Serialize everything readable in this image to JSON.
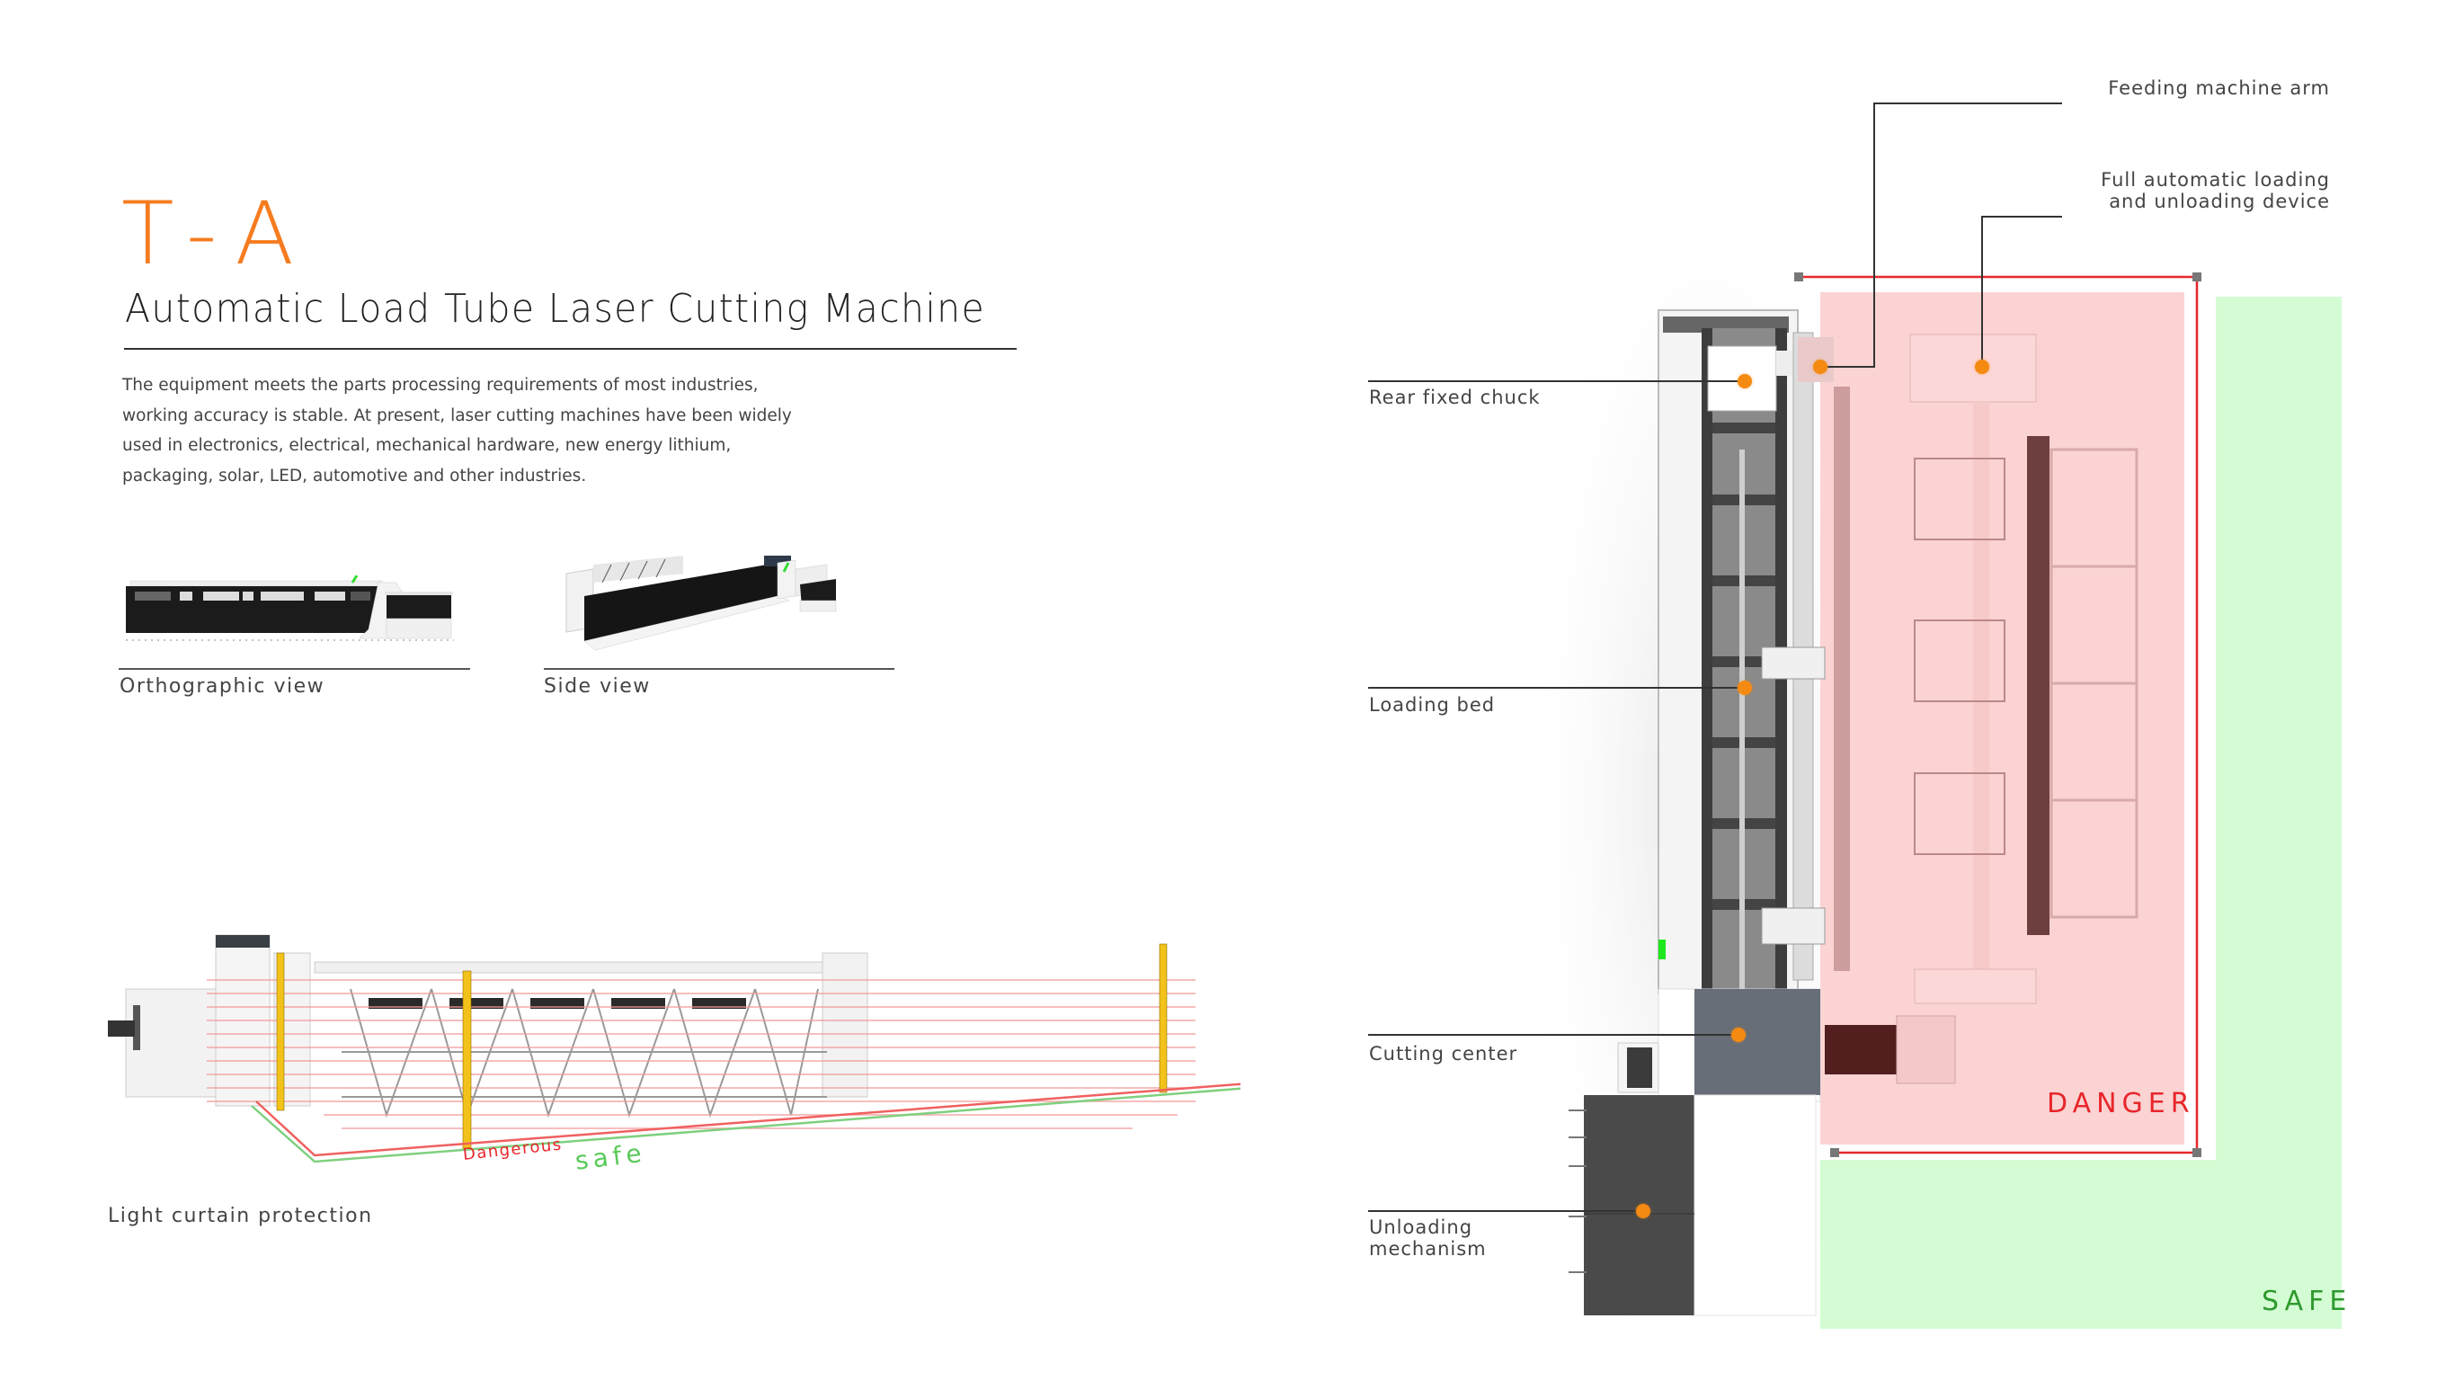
{
  "header": {
    "model_code": "T-A",
    "product_name": "Automatic Load Tube Laser Cutting Machine",
    "description_lines": [
      "The equipment meets the parts processing requirements of most industries,",
      "working accuracy is stable. At present, laser cutting machines have been widely",
      "used in electronics, electrical, mechanical hardware, new energy lithium,",
      "packaging, solar, LED, automotive and other industries."
    ]
  },
  "views": [
    {
      "label": "Orthographic view"
    },
    {
      "label": "Side view"
    }
  ],
  "light_curtain": {
    "caption": "Light curtain protection",
    "danger_label": "Dangerous",
    "safe_label": "safe"
  },
  "layout_diagram": {
    "callouts": [
      {
        "id": "feeding-machine-arm",
        "label": "Feeding machine arm"
      },
      {
        "id": "loading-unloading-device",
        "label_lines": [
          "Full automatic loading",
          "and unloading device"
        ]
      },
      {
        "id": "rear-fixed-chuck",
        "label": "Rear fixed chuck"
      },
      {
        "id": "loading-bed",
        "label": "Loading bed"
      },
      {
        "id": "cutting-center",
        "label": "Cutting center"
      },
      {
        "id": "unloading-mechanism",
        "label_lines": [
          "Unloading",
          "mechanism"
        ]
      }
    ],
    "zones": {
      "danger": {
        "label": "DANGER",
        "color": "#e8262b",
        "fill": "#fbd3d3"
      },
      "safe": {
        "label": "SAFE",
        "color": "#2e9a2e",
        "fill": "#d4fcd4"
      }
    }
  },
  "colors": {
    "accent": "#f57c1f",
    "callout_dot": "#f58a12",
    "text": "#444444"
  }
}
